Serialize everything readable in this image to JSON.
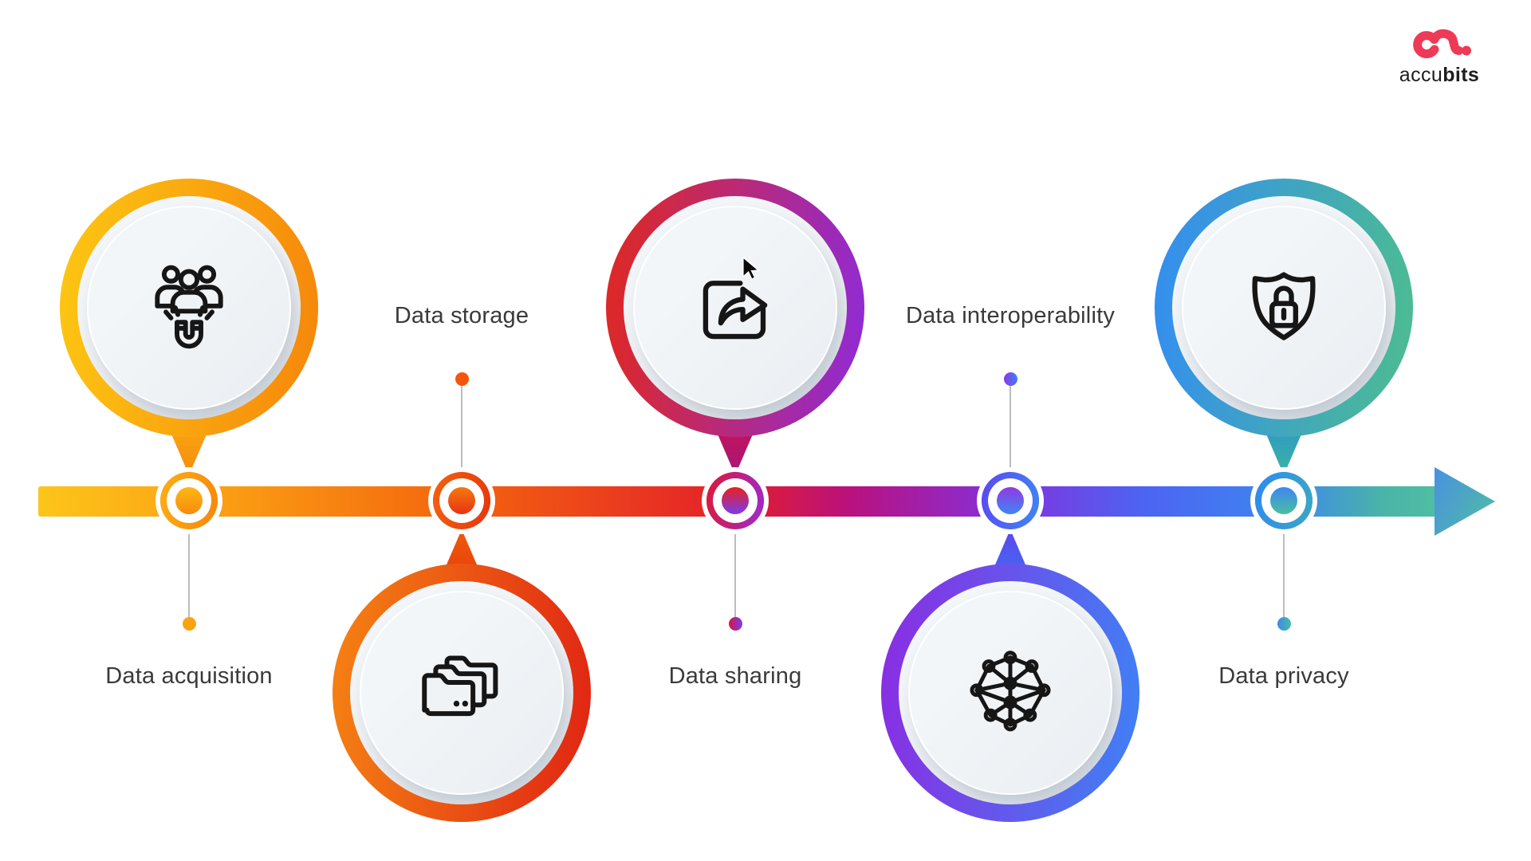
{
  "brand": {
    "mark_symbol": "a.",
    "mark_color": "#ee3a56",
    "name_regular": "accu",
    "name_bold": "bits"
  },
  "timeline": {
    "direction": "left-to-right",
    "bar_colors": [
      "#fdc51a",
      "#fba614",
      "#f4650d",
      "#e41e2b",
      "#b9117e",
      "#8530dc",
      "#4c64f2",
      "#3e86f0",
      "#49b4a8",
      "#4fbfa2"
    ],
    "arrow_start": "#4a90e0",
    "arrow_end": "#4fc0a0",
    "line_color": "#bdbdbd",
    "label_color": "#3a3a3a"
  },
  "stages": [
    {
      "id": "data-acquisition",
      "label": "Data acquisition",
      "icon": "users-magnet-icon",
      "circle_position": "above-line",
      "label_position": "below-line",
      "colors": {
        "ring": [
          "#fdc713",
          "#f6860b"
        ],
        "node_ring": [
          "#fcae15",
          "#f6870d"
        ],
        "node_dot": [
          "#fdb914",
          "#f78a0d"
        ],
        "tail": [
          "#f9a311",
          "#f68c0e"
        ],
        "end_dot": [
          "#f9a312",
          "#f9a312"
        ]
      }
    },
    {
      "id": "data-storage",
      "label": "Data storage",
      "icon": "folders-icon",
      "circle_position": "below-line",
      "label_position": "above-line",
      "colors": {
        "ring": [
          "#f58313",
          "#e02413"
        ],
        "node_ring": [
          "#f2620d",
          "#e6360f"
        ],
        "node_dot": [
          "#f5790f",
          "#e93311"
        ],
        "tail": [
          "#ef5a0d",
          "#e8430c"
        ],
        "end_dot": [
          "#f4550c",
          "#f4550c"
        ]
      }
    },
    {
      "id": "data-sharing",
      "label": "Data sharing",
      "icon": "share-icon",
      "circle_position": "above-line",
      "label_position": "below-line",
      "colors": {
        "ring": [
          "#e0281e",
          "#8e2bd8"
        ],
        "node_ring": [
          "#dd1836",
          "#9c2bd0"
        ],
        "node_dot": [
          "#e8211d",
          "#7a3bf0"
        ],
        "tail": [
          "#c3125c",
          "#a5187a"
        ],
        "end_dot": [
          "#d81742",
          "#7a3bf0"
        ]
      }
    },
    {
      "id": "data-interoperability",
      "label": "Data interoperability",
      "icon": "network-icon",
      "circle_position": "below-line",
      "label_position": "above-line",
      "colors": {
        "ring": [
          "#8b2ce2",
          "#3e82f5"
        ],
        "node_ring": [
          "#5b48f0",
          "#3f86f5"
        ],
        "node_dot": [
          "#9339e2",
          "#3f86f5"
        ],
        "tail": [
          "#5a49ee",
          "#4766f0"
        ],
        "end_dot": [
          "#8a3ae8",
          "#3f7ef5"
        ]
      }
    },
    {
      "id": "data-privacy",
      "label": "Data privacy",
      "icon": "shield-lock-icon",
      "circle_position": "above-line",
      "label_position": "below-line",
      "colors": {
        "ring": [
          "#338df2",
          "#4dbd8f"
        ],
        "node_ring": [
          "#2f8af0",
          "#3aa8c2"
        ],
        "node_dot": [
          "#3f86f2",
          "#48bf9e"
        ],
        "tail": [
          "#2f9bc0",
          "#3cb3a4"
        ],
        "end_dot": [
          "#3f86f0",
          "#45bf9f"
        ]
      }
    }
  ]
}
